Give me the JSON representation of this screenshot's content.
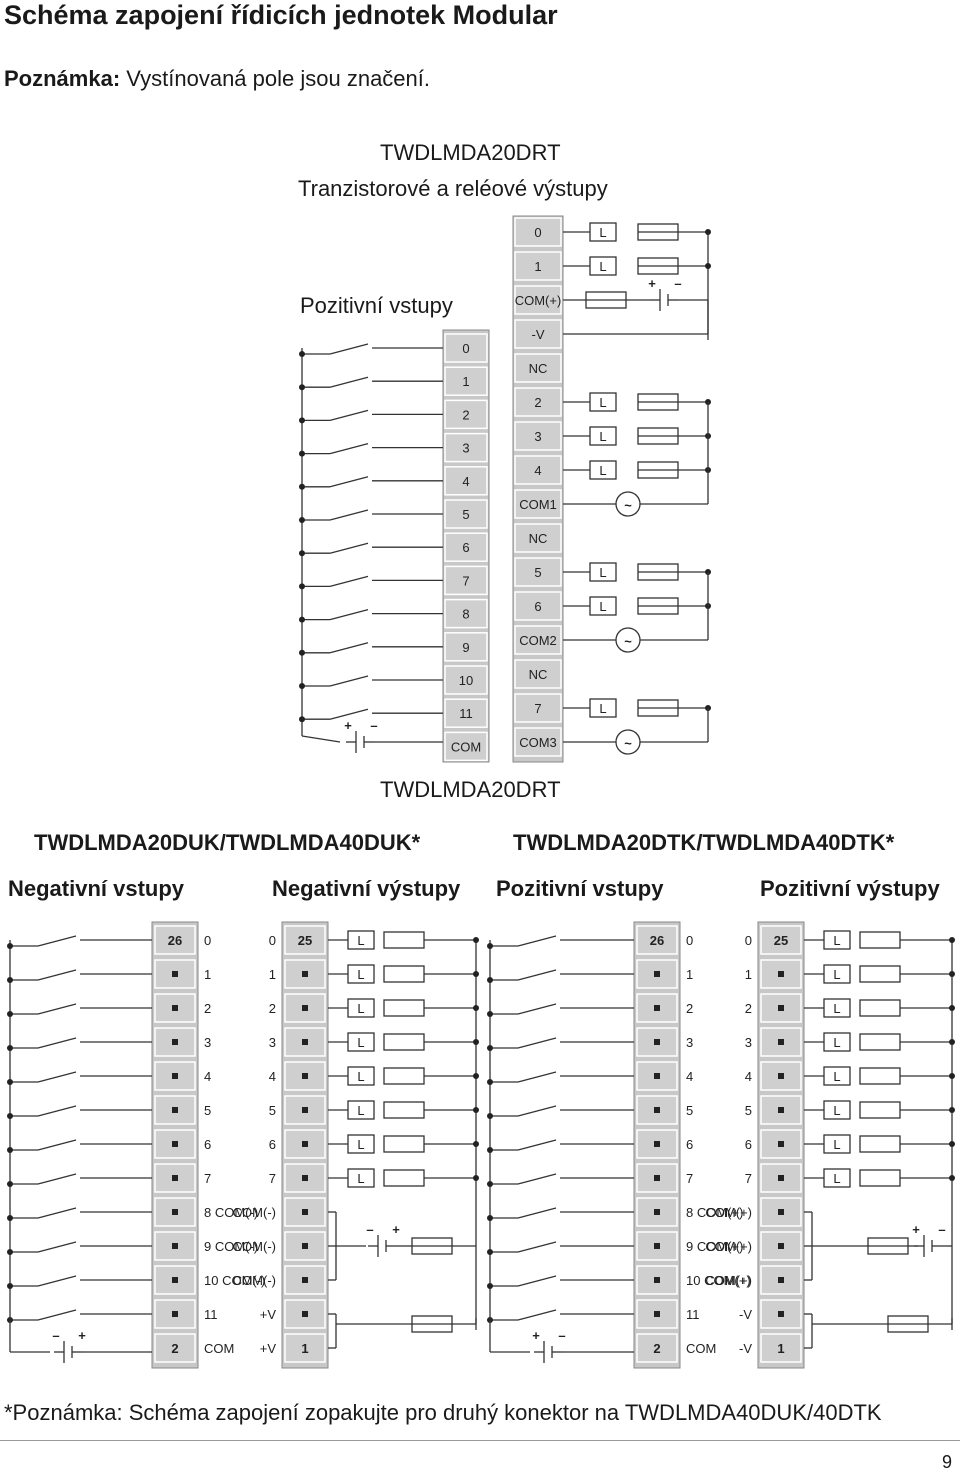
{
  "title": "Schéma zapojení řídicích jednotek Modular",
  "note": {
    "label": "Poznámka:",
    "text": "Vystínovaná pole jsou značení."
  },
  "top": {
    "model": "TWDLMDA20DRT",
    "subtitle": "Tranzistorové a reléové výstupy",
    "inputs_label": "Pozitivní vstupy",
    "caption": "TWDLMDA20DRT",
    "input_terminals": [
      "0",
      "1",
      "2",
      "3",
      "4",
      "5",
      "6",
      "7",
      "8",
      "9",
      "10",
      "11",
      "COM"
    ],
    "output_terminals": [
      "0",
      "1",
      "COM(+)",
      "-V",
      "NC",
      "2",
      "3",
      "4",
      "COM1",
      "NC",
      "5",
      "6",
      "COM2",
      "NC",
      "7",
      "COM3"
    ]
  },
  "bottom_left": {
    "model": "TWDLMDA20DUK/TWDLMDA40DUK*",
    "inputs_label": "Negativní vstupy",
    "outputs_label": "Negativní výstupy",
    "in_header": "26",
    "out_header": "25",
    "in_terminals": [
      "0",
      "1",
      "2",
      "3",
      "4",
      "5",
      "6",
      "7",
      "8 COM(-)",
      "9 COM(-)",
      "10 COM(-)",
      "11",
      "COM"
    ],
    "out_terminals": [
      "0",
      "1",
      "2",
      "3",
      "4",
      "5",
      "6",
      "7",
      "COM(-)",
      "COM(-)",
      "COM(-)",
      "+V",
      "+V"
    ]
  },
  "bottom_right": {
    "model": "TWDLMDA20DTK/TWDLMDA40DTK*",
    "inputs_label": "Pozitivní vstupy",
    "outputs_label": "Pozitivní výstupy",
    "in_header": "26",
    "out_header": "25",
    "in_terminals": [
      "0",
      "1",
      "2",
      "3",
      "4",
      "5",
      "6",
      "7",
      "8 COM(+)",
      "9 COM(+)",
      "10 COM(+)",
      "11",
      "COM"
    ],
    "out_terminals": [
      "0",
      "1",
      "2",
      "3",
      "4",
      "5",
      "6",
      "7",
      "COM(+)",
      "COM(+)",
      "COM(+)",
      "-V",
      "-V"
    ]
  },
  "symbols": {
    "load": "L",
    "ac": "~",
    "plus": "+",
    "minus": "–",
    "row_one": "1",
    "row_two": "2"
  },
  "footnote": "*Poznámka: Schéma zapojení zopakujte pro druhý konektor na TWDLMDA40DUK/40DTK",
  "page_number": "9"
}
